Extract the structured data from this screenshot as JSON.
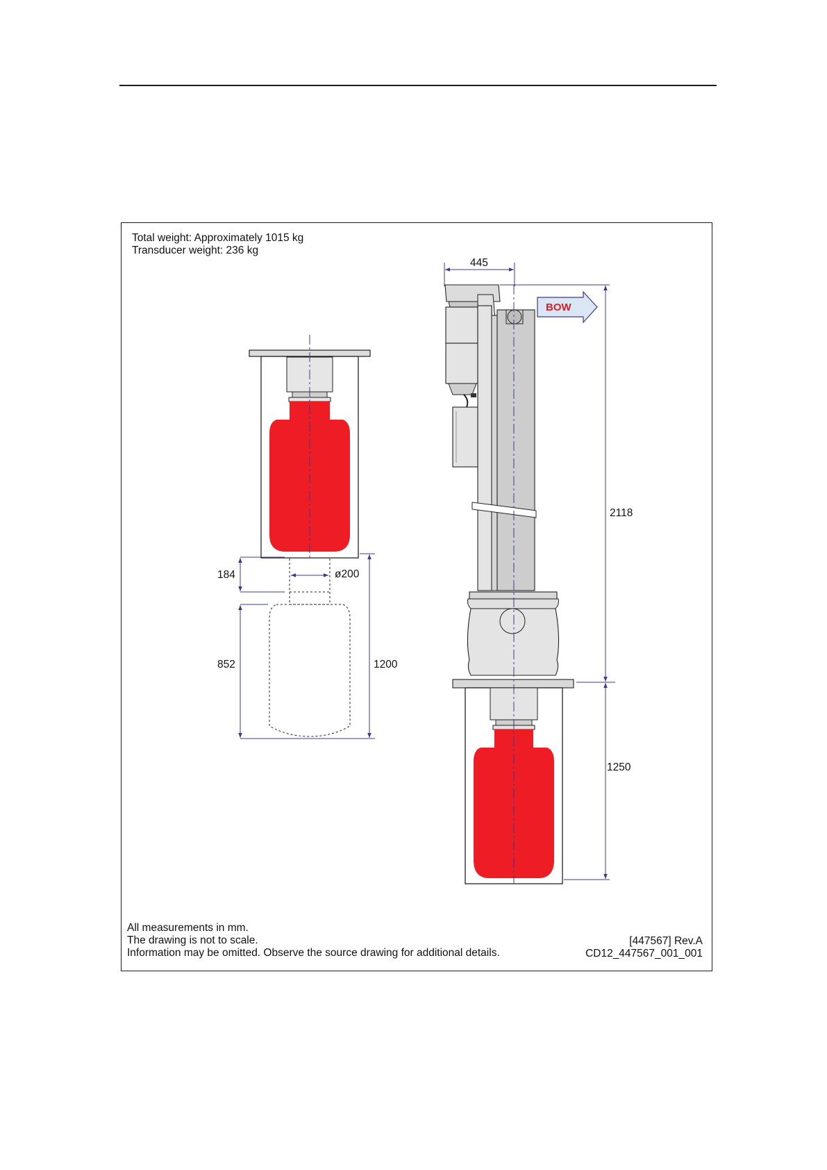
{
  "header": {
    "weights": [
      "Total weight: Approximately 1015 kg",
      "Transducer weight: 236 kg"
    ]
  },
  "dimensions": {
    "d184": "184",
    "d200": "ø200",
    "d852": "852",
    "d1200": "1200",
    "d445": "445",
    "d2118": "2118",
    "d1250": "1250"
  },
  "bow_label": "BOW",
  "notes": [
    "All measurements in mm.",
    "The drawing is not to scale.",
    "Information may be omitted. Observe the source drawing for additional details."
  ],
  "drawing_ref": [
    "[447567] Rev.A",
    "CD12_447567_001_001"
  ],
  "colors": {
    "transducer": "#ee1c25",
    "body": "#e3e3e3",
    "dimension": "#3a3a8c",
    "bow_text": "#d3202b",
    "bow_arrow": "#dbe6f4"
  }
}
